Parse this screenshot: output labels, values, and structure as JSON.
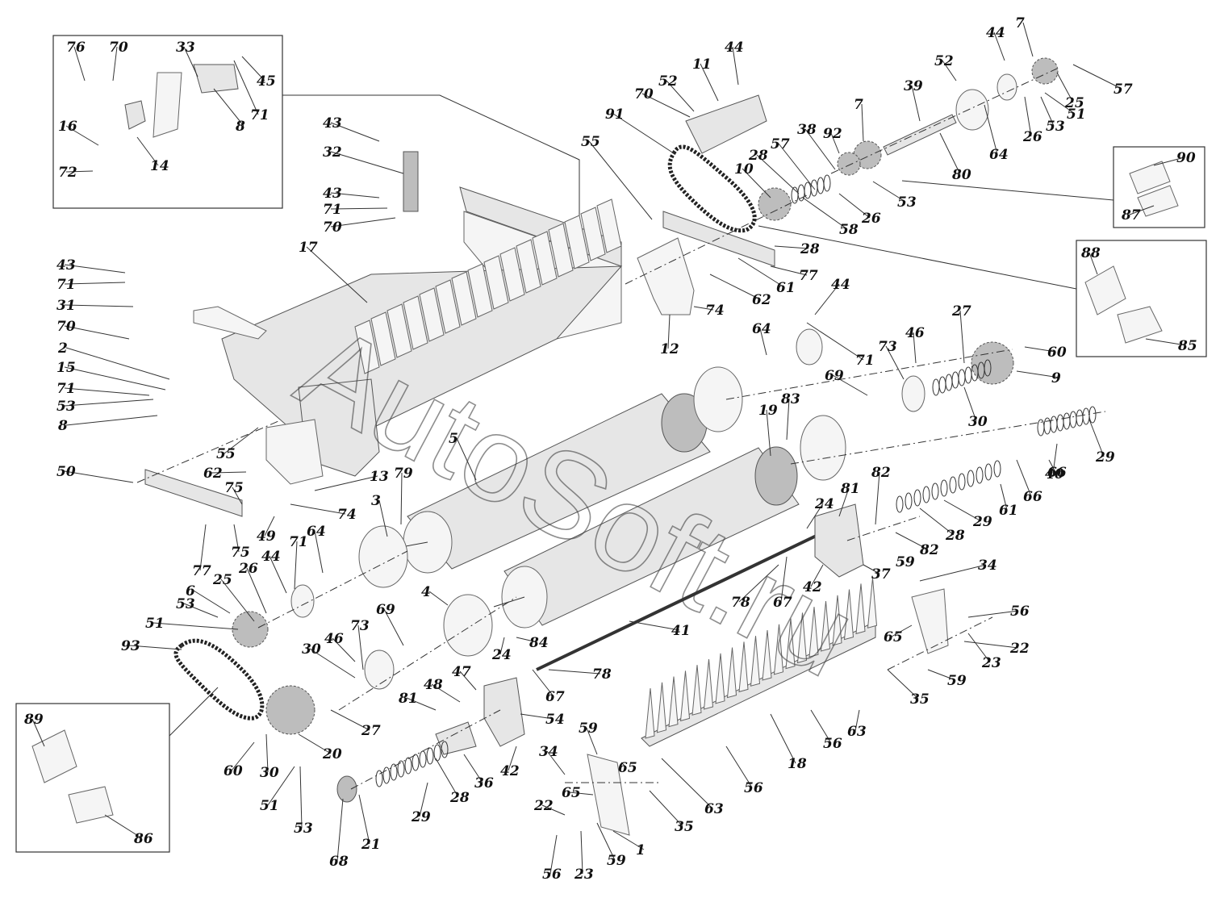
{
  "watermark": "AutoSoft.ru",
  "labels": [
    {
      "n": "76"
    },
    {
      "n": "70"
    },
    {
      "n": "33"
    },
    {
      "n": "45"
    },
    {
      "n": "16"
    },
    {
      "n": "71"
    },
    {
      "n": "8"
    },
    {
      "n": "14"
    },
    {
      "n": "72"
    },
    {
      "n": "43"
    },
    {
      "n": "32"
    },
    {
      "n": "43"
    },
    {
      "n": "71"
    },
    {
      "n": "70"
    },
    {
      "n": "17"
    },
    {
      "n": "43"
    },
    {
      "n": "71"
    },
    {
      "n": "31"
    },
    {
      "n": "70"
    },
    {
      "n": "2"
    },
    {
      "n": "15"
    },
    {
      "n": "71"
    },
    {
      "n": "53"
    },
    {
      "n": "8"
    },
    {
      "n": "55"
    },
    {
      "n": "62"
    },
    {
      "n": "50"
    },
    {
      "n": "13"
    },
    {
      "n": "75"
    },
    {
      "n": "74"
    },
    {
      "n": "49"
    },
    {
      "n": "77"
    },
    {
      "n": "75"
    },
    {
      "n": "44"
    },
    {
      "n": "11"
    },
    {
      "n": "52"
    },
    {
      "n": "70"
    },
    {
      "n": "91"
    },
    {
      "n": "55"
    },
    {
      "n": "92"
    },
    {
      "n": "7"
    },
    {
      "n": "38"
    },
    {
      "n": "10"
    },
    {
      "n": "28"
    },
    {
      "n": "57"
    },
    {
      "n": "26"
    },
    {
      "n": "58"
    },
    {
      "n": "53"
    },
    {
      "n": "39"
    },
    {
      "n": "80"
    },
    {
      "n": "52"
    },
    {
      "n": "44"
    },
    {
      "n": "7"
    },
    {
      "n": "57"
    },
    {
      "n": "25"
    },
    {
      "n": "51"
    },
    {
      "n": "53"
    },
    {
      "n": "26"
    },
    {
      "n": "64"
    },
    {
      "n": "90"
    },
    {
      "n": "87"
    },
    {
      "n": "88"
    },
    {
      "n": "85"
    },
    {
      "n": "28"
    },
    {
      "n": "77"
    },
    {
      "n": "61"
    },
    {
      "n": "62"
    },
    {
      "n": "74"
    },
    {
      "n": "12"
    },
    {
      "n": "44"
    },
    {
      "n": "64"
    },
    {
      "n": "71"
    },
    {
      "n": "73"
    },
    {
      "n": "46"
    },
    {
      "n": "27"
    },
    {
      "n": "60"
    },
    {
      "n": "9"
    },
    {
      "n": "69"
    },
    {
      "n": "30"
    },
    {
      "n": "5"
    },
    {
      "n": "19"
    },
    {
      "n": "83"
    },
    {
      "n": "29"
    },
    {
      "n": "66"
    },
    {
      "n": "40"
    },
    {
      "n": "66"
    },
    {
      "n": "61"
    },
    {
      "n": "81"
    },
    {
      "n": "82"
    },
    {
      "n": "24"
    },
    {
      "n": "28"
    },
    {
      "n": "29"
    },
    {
      "n": "82"
    },
    {
      "n": "37"
    },
    {
      "n": "59"
    },
    {
      "n": "42"
    },
    {
      "n": "78"
    },
    {
      "n": "67"
    },
    {
      "n": "3"
    },
    {
      "n": "79"
    },
    {
      "n": "64"
    },
    {
      "n": "71"
    },
    {
      "n": "44"
    },
    {
      "n": "26"
    },
    {
      "n": "25"
    },
    {
      "n": "6"
    },
    {
      "n": "53"
    },
    {
      "n": "51"
    },
    {
      "n": "93"
    },
    {
      "n": "4"
    },
    {
      "n": "69"
    },
    {
      "n": "73"
    },
    {
      "n": "46"
    },
    {
      "n": "30"
    },
    {
      "n": "24"
    },
    {
      "n": "84"
    },
    {
      "n": "41"
    },
    {
      "n": "34"
    },
    {
      "n": "56"
    },
    {
      "n": "22"
    },
    {
      "n": "65"
    },
    {
      "n": "23"
    },
    {
      "n": "59"
    },
    {
      "n": "35"
    },
    {
      "n": "89"
    },
    {
      "n": "86"
    },
    {
      "n": "60"
    },
    {
      "n": "30"
    },
    {
      "n": "20"
    },
    {
      "n": "27"
    },
    {
      "n": "51"
    },
    {
      "n": "53"
    },
    {
      "n": "47"
    },
    {
      "n": "48"
    },
    {
      "n": "81"
    },
    {
      "n": "54"
    },
    {
      "n": "78"
    },
    {
      "n": "67"
    },
    {
      "n": "36"
    },
    {
      "n": "42"
    },
    {
      "n": "28"
    },
    {
      "n": "29"
    },
    {
      "n": "68"
    },
    {
      "n": "21"
    },
    {
      "n": "59"
    },
    {
      "n": "34"
    },
    {
      "n": "65"
    },
    {
      "n": "22"
    },
    {
      "n": "65"
    },
    {
      "n": "35"
    },
    {
      "n": "63"
    },
    {
      "n": "56"
    },
    {
      "n": "18"
    },
    {
      "n": "56"
    },
    {
      "n": "63"
    },
    {
      "n": "1"
    },
    {
      "n": "59"
    },
    {
      "n": "23"
    },
    {
      "n": "56"
    }
  ]
}
